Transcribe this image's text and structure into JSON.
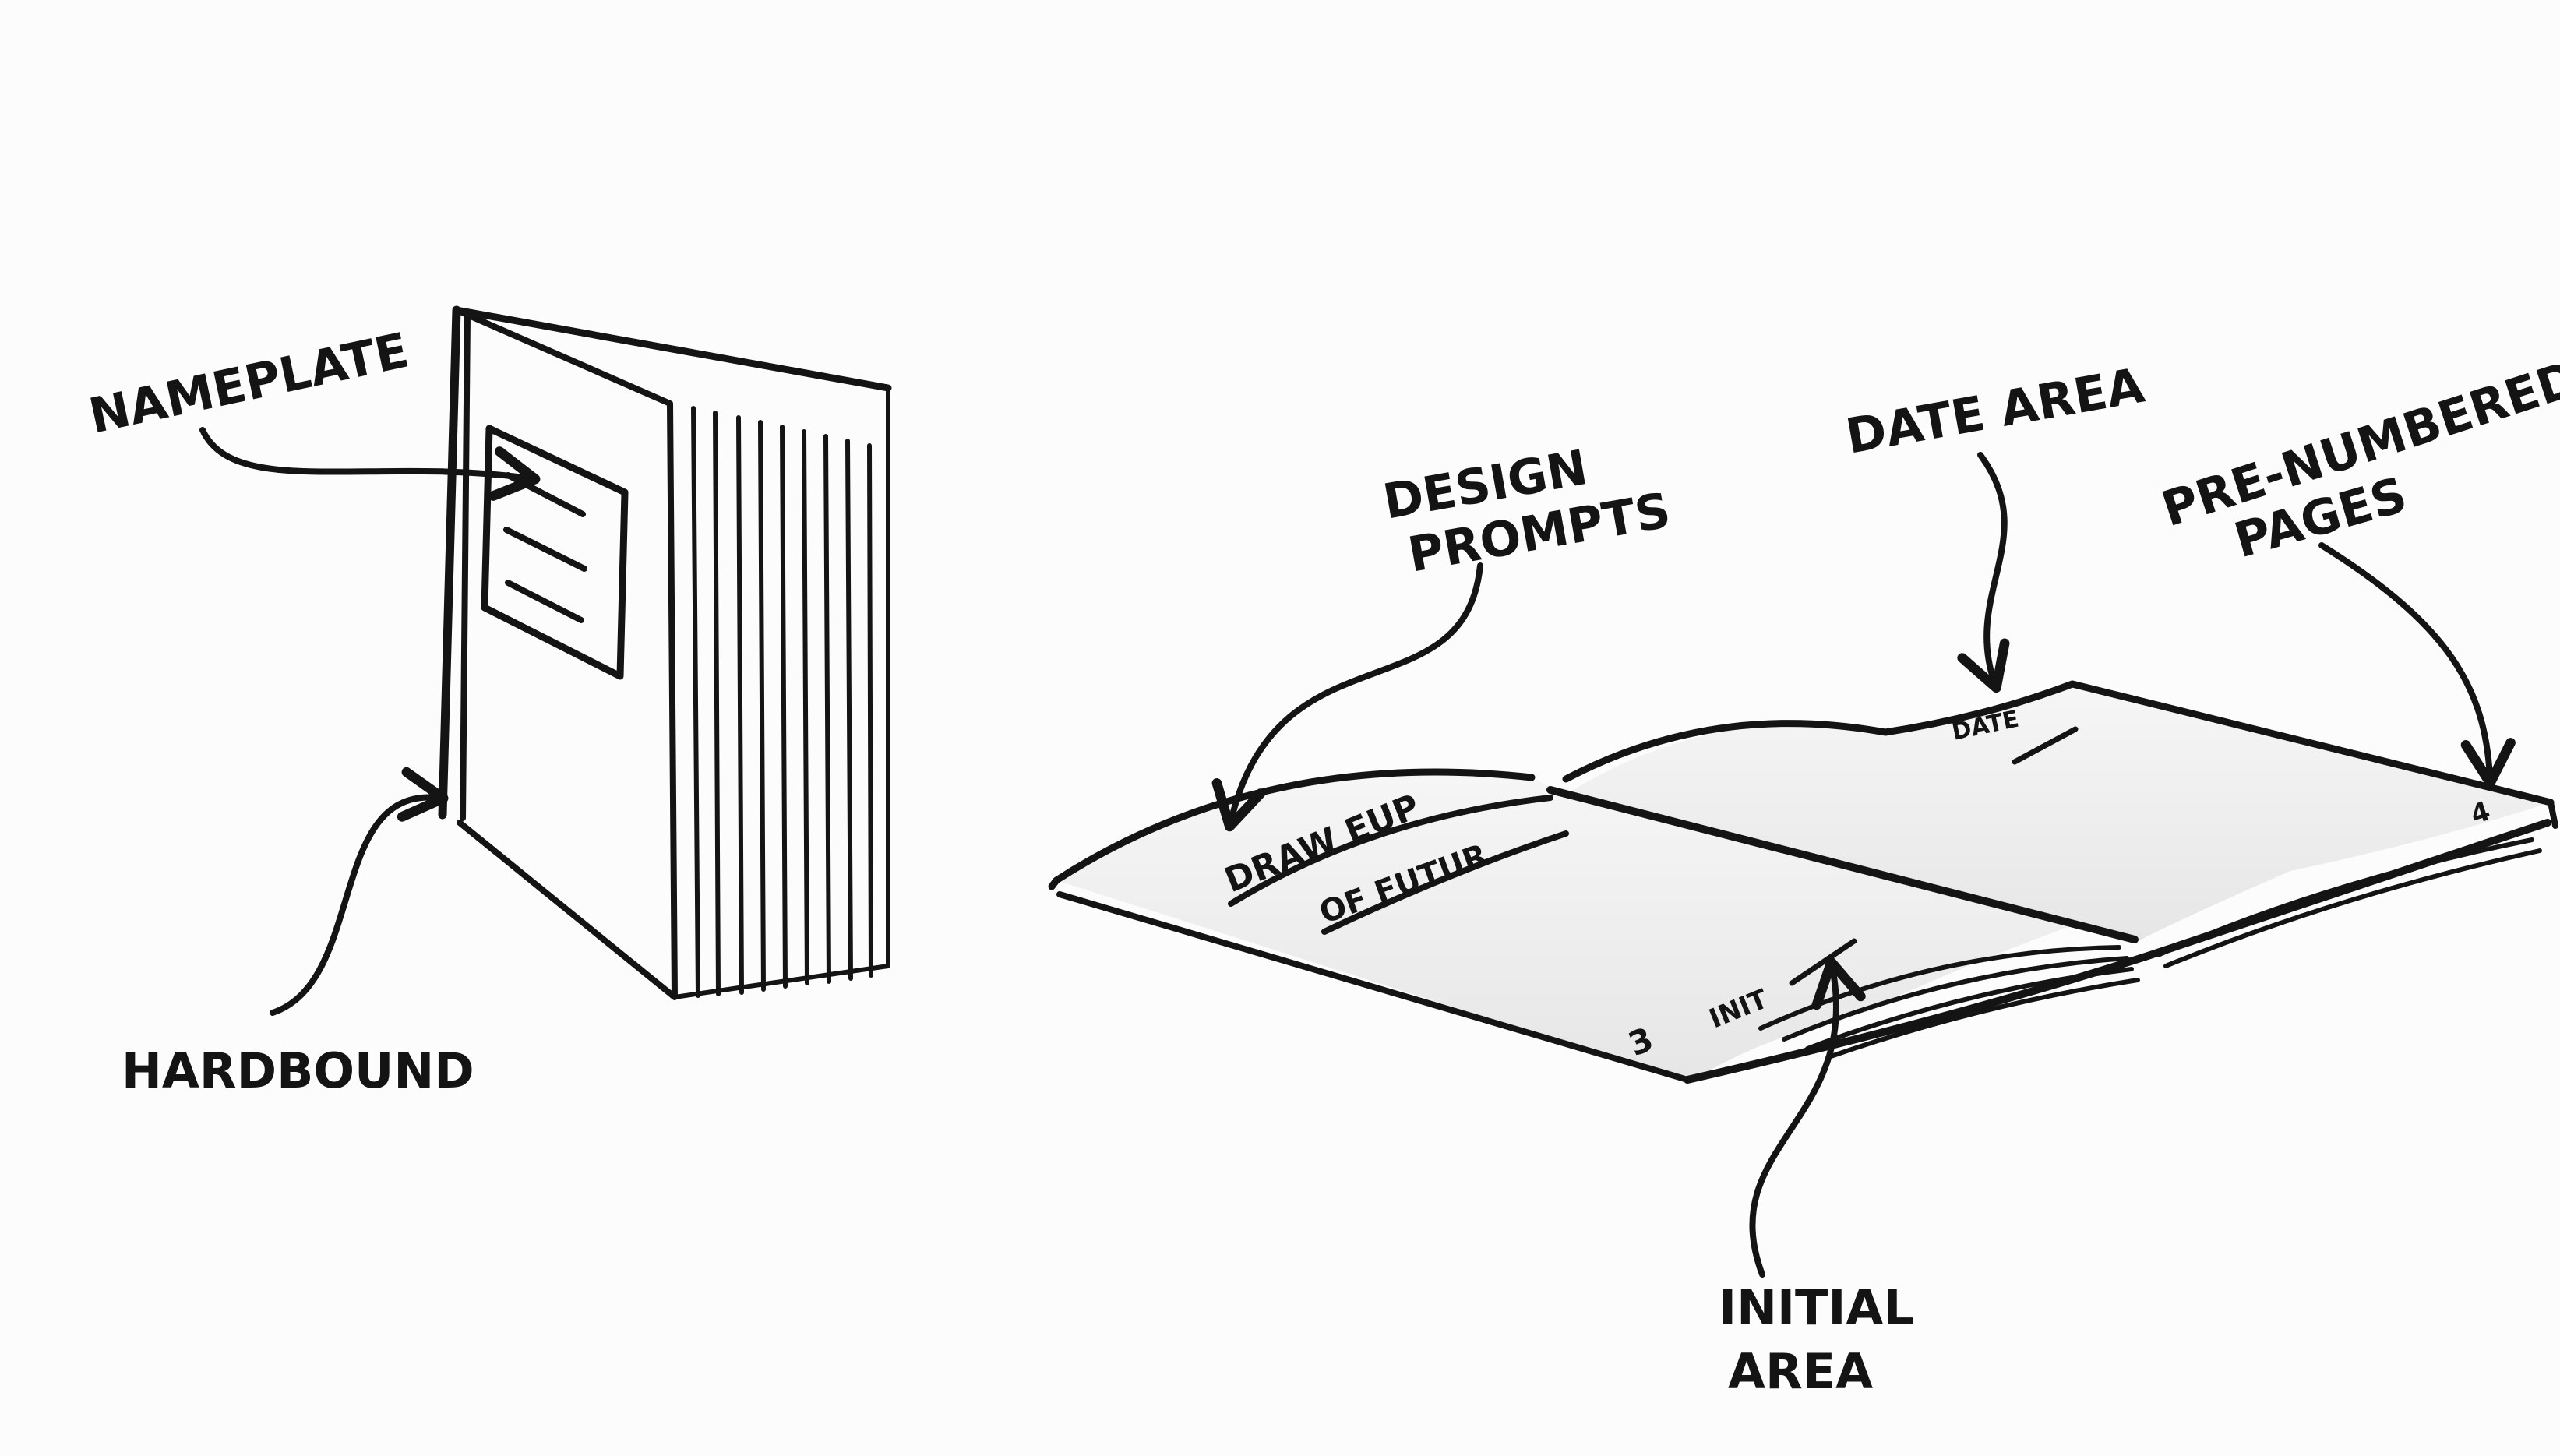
{
  "labels": {
    "nameplate": "NAMEPLATE",
    "hardbound": "HARDBOUND",
    "design_line1": "DESIGN",
    "design_line2": "PROMPTS",
    "date_area": "DATE AREA",
    "prenumbered_line1": "PRE-NUMBERED",
    "prenumbered_line2": "PAGES",
    "initial_line1": "INITIAL",
    "initial_line2": "AREA"
  },
  "page_text": {
    "prompt_line1": "DRAW EUP",
    "prompt_line2": "OF FUTUR",
    "date": "DATE",
    "initials": "INIT",
    "left_page_number": "3",
    "right_page_number": "4"
  },
  "colors": {
    "ink": "#141414",
    "paper": "#fcfcfc",
    "page_shade": "#ececec"
  }
}
